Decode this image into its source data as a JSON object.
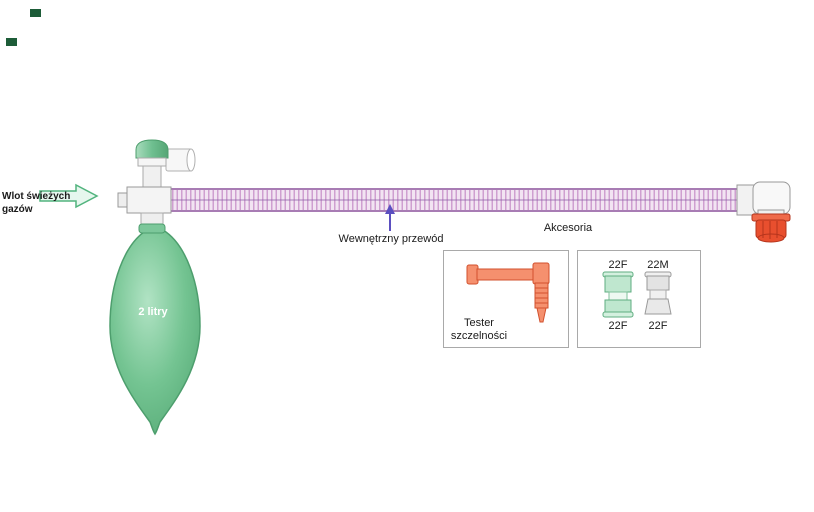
{
  "diagram": {
    "fresh_gas_label": "Wlot świeżych gazów",
    "bag_volume_label": "2 litry",
    "inner_tube_label": "Wewnętrzny przewód",
    "accessories_label": "Akcesoria",
    "leak_tester": {
      "label_line1": "Tester",
      "label_line2": "szczelności"
    },
    "connector_labels": {
      "left_top": "22F",
      "right_top": "22M",
      "left_bottom": "22F",
      "right_bottom": "22F"
    }
  },
  "colors": {
    "bag_green": "#74c492",
    "valve_green": "#7cc79a",
    "tube_pink": "#f2e4f2",
    "tube_stripe": "#cf9fd0",
    "tube_edge": "#a87cb4",
    "accent_red": "#e84f2e",
    "tester_orange": "#f5906e",
    "tester_outline": "#d2512e",
    "connector_green": "#bfe7cf",
    "connector_gray": "#e3e3e3",
    "arrow_purple": "#5b4fc0",
    "fresh_gas_arrow_green": "#52b47e",
    "box_border": "#a9a9a9",
    "corner_mark_green": "#1d5c38"
  }
}
